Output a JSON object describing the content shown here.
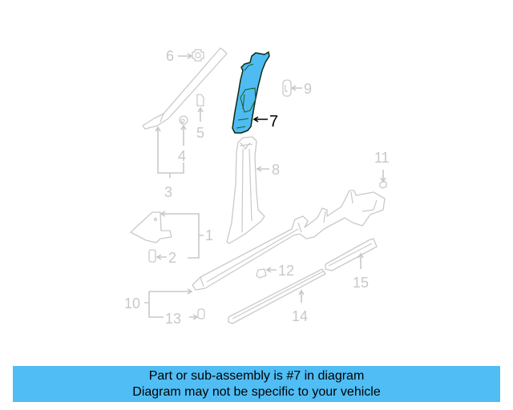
{
  "diagram": {
    "highlighted_part": "7",
    "highlight_color": "#4fbbf3",
    "callouts": [
      {
        "id": "c1",
        "label": "1"
      },
      {
        "id": "c2",
        "label": "2"
      },
      {
        "id": "c3",
        "label": "3"
      },
      {
        "id": "c4",
        "label": "4"
      },
      {
        "id": "c5",
        "label": "5"
      },
      {
        "id": "c6",
        "label": "6"
      },
      {
        "id": "c7",
        "label": "7"
      },
      {
        "id": "c8",
        "label": "8"
      },
      {
        "id": "c9",
        "label": "9"
      },
      {
        "id": "c10",
        "label": "10"
      },
      {
        "id": "c11",
        "label": "11"
      },
      {
        "id": "c12",
        "label": "12"
      },
      {
        "id": "c13",
        "label": "13"
      },
      {
        "id": "c14",
        "label": "14"
      },
      {
        "id": "c15",
        "label": "15"
      }
    ]
  },
  "banner": {
    "line1": "Part or sub-assembly is #7 in diagram",
    "line2": "Diagram may not be specific to your vehicle",
    "background": "#50bdf4"
  }
}
